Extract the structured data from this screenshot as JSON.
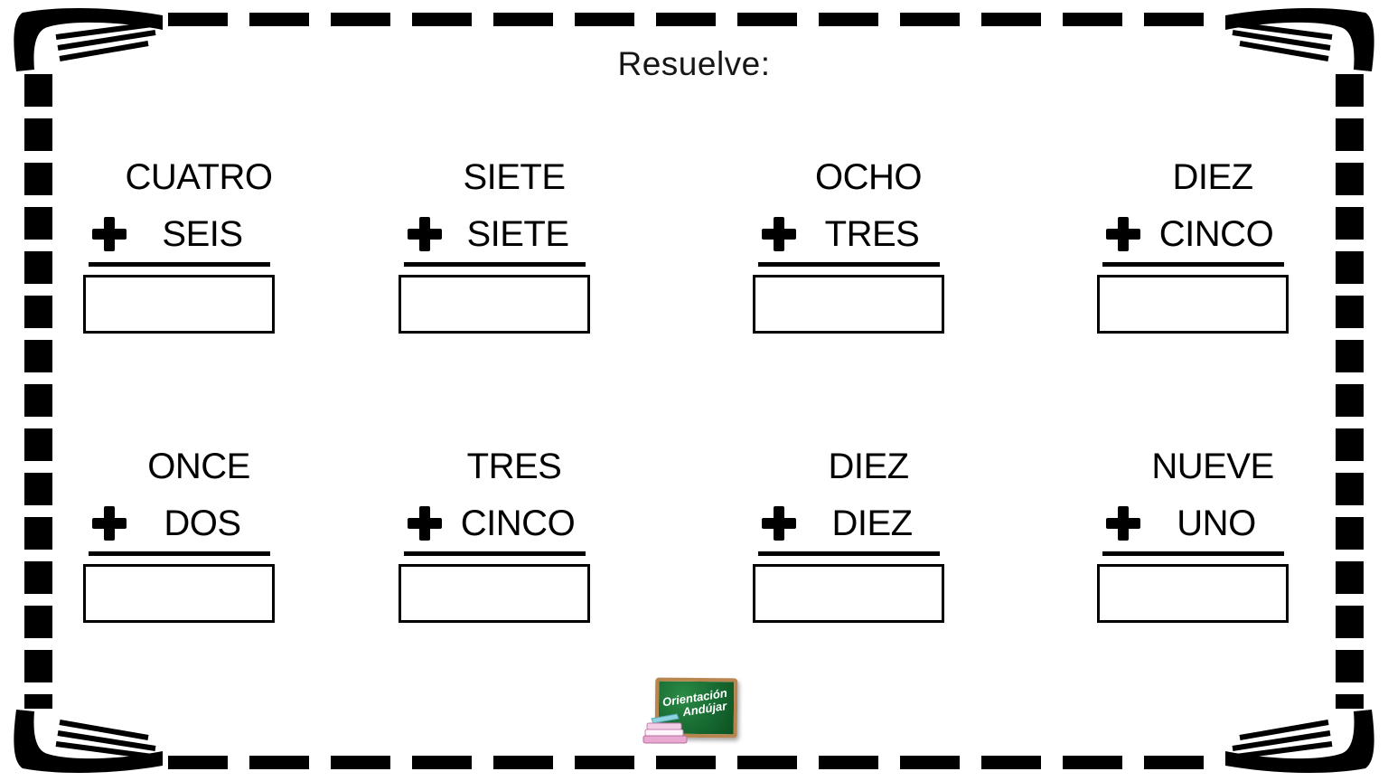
{
  "title": "Resuelve:",
  "problems": [
    {
      "addend1": "CUATRO",
      "operator": "+",
      "addend2": "SEIS",
      "answer": ""
    },
    {
      "addend1": "SIETE",
      "operator": "+",
      "addend2": "SIETE",
      "answer": ""
    },
    {
      "addend1": "OCHO",
      "operator": "+",
      "addend2": "TRES",
      "answer": ""
    },
    {
      "addend1": "DIEZ",
      "operator": "+",
      "addend2": "CINCO",
      "answer": ""
    },
    {
      "addend1": "ONCE",
      "operator": "+",
      "addend2": "DOS",
      "answer": ""
    },
    {
      "addend1": "TRES",
      "operator": "+",
      "addend2": "CINCO",
      "answer": ""
    },
    {
      "addend1": "DIEZ",
      "operator": "+",
      "addend2": "DIEZ",
      "answer": ""
    },
    {
      "addend1": "NUEVE",
      "operator": "+",
      "addend2": "UNO",
      "answer": ""
    }
  ],
  "logo": {
    "line1": "Orientación",
    "line2": "Andújar"
  },
  "colors": {
    "ink": "#000000",
    "paper": "#ffffff",
    "board_green": "#176a31",
    "frame_brown": "#b9854e",
    "book_pink": "#e8a8d0",
    "book_teal": "#8fd4e0"
  }
}
